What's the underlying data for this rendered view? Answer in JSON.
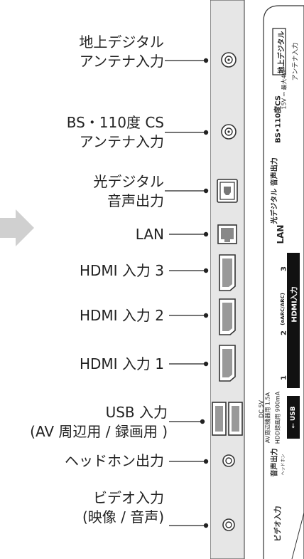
{
  "ports": [
    {
      "id": "terrestrial",
      "label_lines": [
        "地上デジタル",
        "アンテナ入力"
      ]
    },
    {
      "id": "bs-cs",
      "label_lines": [
        "BS・110度 CS",
        "アンテナ入力"
      ]
    },
    {
      "id": "optical",
      "label_lines": [
        "光デジタル",
        "音声出力"
      ]
    },
    {
      "id": "lan",
      "label_lines": [
        "LAN"
      ]
    },
    {
      "id": "hdmi3",
      "label_lines": [
        "HDMI 入力 3"
      ]
    },
    {
      "id": "hdmi2",
      "label_lines": [
        "HDMI 入力 2"
      ]
    },
    {
      "id": "hdmi1",
      "label_lines": [
        "HDMI 入力 1"
      ]
    },
    {
      "id": "usb",
      "label_lines": [
        "USB 入力",
        "(AV 周辺用 / 録画用 )"
      ]
    },
    {
      "id": "headphone",
      "label_lines": [
        "ヘッドホン出力"
      ]
    },
    {
      "id": "video",
      "label_lines": [
        "ビデオ入力",
        "(映像 / 音声)"
      ]
    }
  ],
  "panel_labels": {
    "terrestrial_box": "地上デジタル",
    "antenna_in": "アンテナ入力",
    "bs_cs": "BS•110度CS",
    "bs_power": "15V ⎓ 最大4W",
    "optical": "光デジタル 音声出力",
    "lan": "LAN",
    "hdmi_band": "HDMI入力",
    "hdmi3_num": "3",
    "hdmi2_num": "2",
    "hdmi2_arc": "(eARC/ARC)",
    "hdmi1_num": "1",
    "dc5v": "DC 5V",
    "usb_av": "AV周辺機器用 1.5A",
    "usb_hdd": "HDD録画用 900mA",
    "usb_band": "⭠ USB",
    "audio_out": "音声出力",
    "headphone_small": "ヘッドホン",
    "video_in": "ビデオ入力"
  },
  "colors": {
    "panel": "#e6e6e6",
    "text": "#222222",
    "arrow": "#cfcfcf",
    "band": "#111111"
  }
}
